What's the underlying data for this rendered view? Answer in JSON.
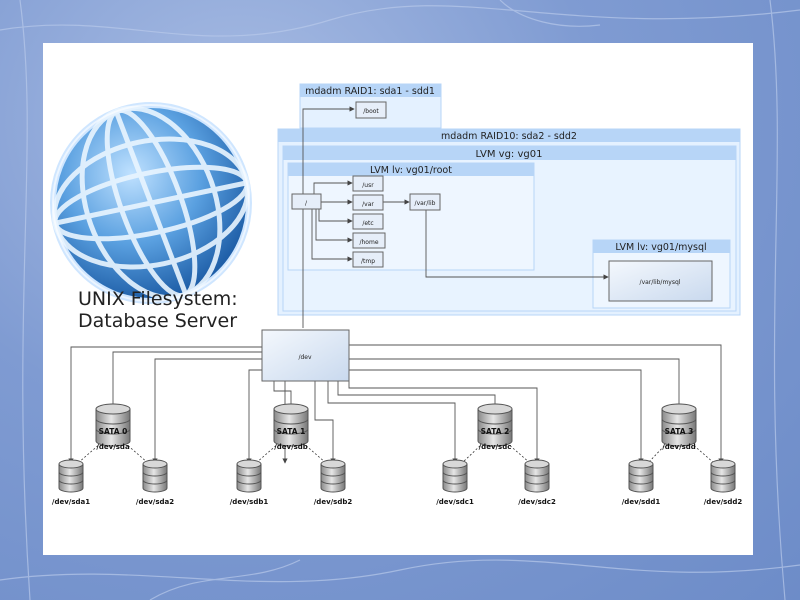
{
  "title_lines": [
    "UNIX Filesystem:",
    "Database Server"
  ],
  "raid1": {
    "label": "mdadm RAID1: sda1 - sdd1",
    "boot": "/boot"
  },
  "raid10": {
    "label": "mdadm RAID10: sda2 - sdd2"
  },
  "vg": {
    "label": "LVM vg: vg01"
  },
  "lv_root": {
    "label": "LVM lv: vg01/root",
    "root": "/",
    "dirs": [
      "/usr",
      "/var",
      "/etc",
      "/home",
      "/tmp"
    ],
    "varlib": "/var/lib"
  },
  "lv_mysql": {
    "label": "LVM lv: vg01/mysql",
    "path": "/var/lib/mysql"
  },
  "dev": "/dev",
  "disks": [
    {
      "name": "SATA 0",
      "dev": "/dev/sda",
      "parts": [
        "/dev/sda1",
        "/dev/sda2"
      ]
    },
    {
      "name": "SATA 1",
      "dev": "/dev/sdb",
      "parts": [
        "/dev/sdb1",
        "/dev/sdb2"
      ]
    },
    {
      "name": "SATA 2",
      "dev": "/dev/sdc",
      "parts": [
        "/dev/sdc1",
        "/dev/sdc2"
      ]
    },
    {
      "name": "SATA 3",
      "dev": "/dev/sdd",
      "parts": [
        "/dev/sdd1",
        "/dev/sdd2"
      ]
    }
  ],
  "colors": {
    "panel_fill": "#e4f1ff",
    "panel_header": "#b7d5f7",
    "node_fill": "#e6eef9",
    "line": "#555555",
    "globe": "#3f86cc"
  }
}
